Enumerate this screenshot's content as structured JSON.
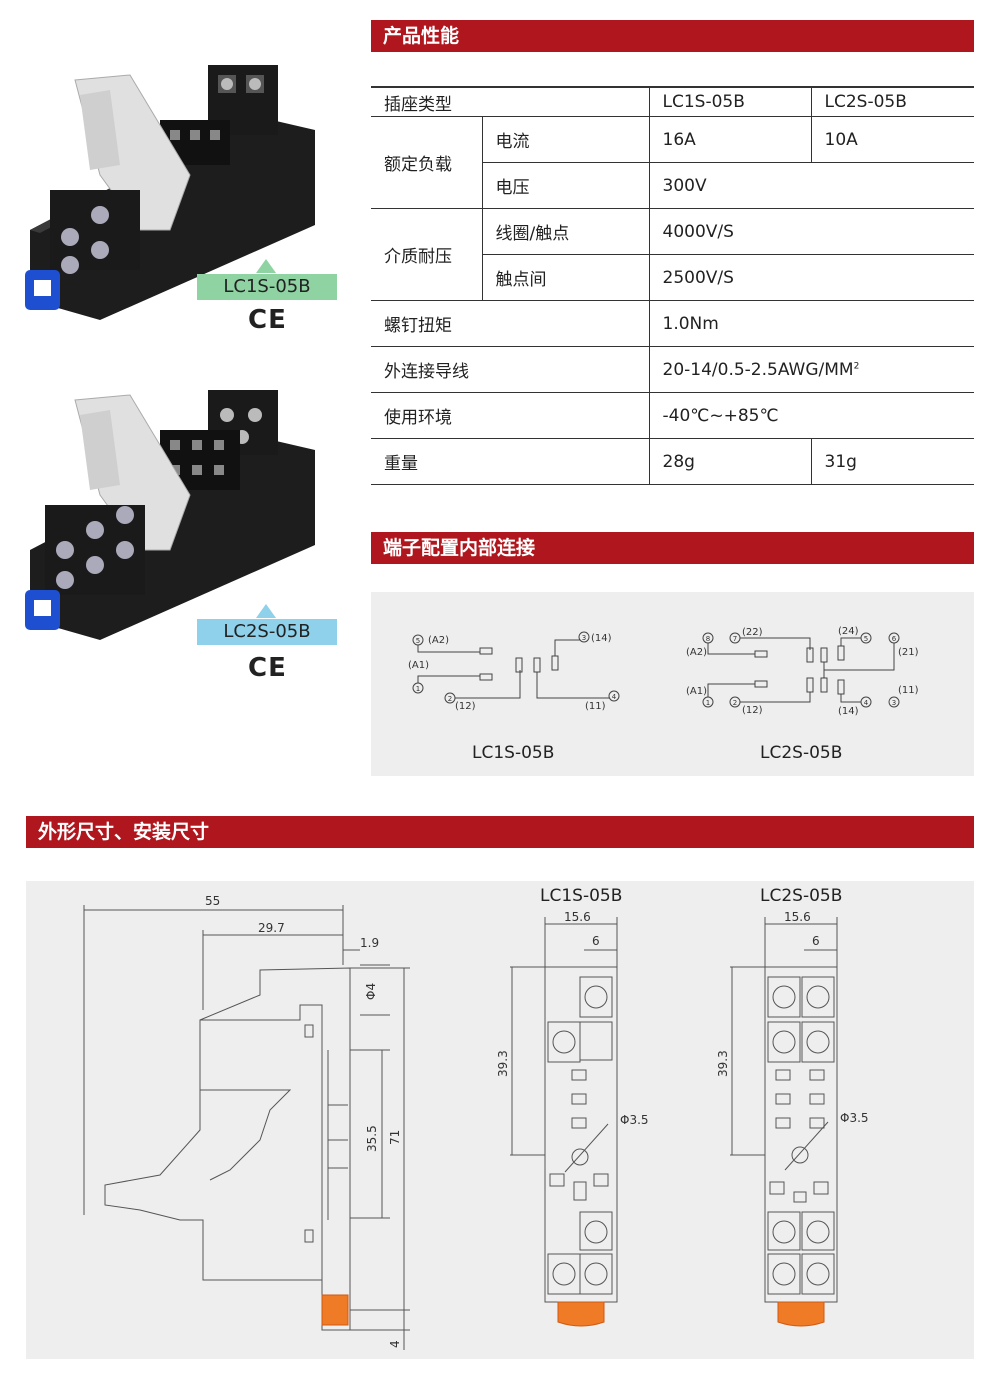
{
  "sections": {
    "performance": "产品性能",
    "wiring": "端子配置内部连接",
    "dimensions": "外形尺寸、安装尺寸"
  },
  "products": [
    {
      "label": "LC1S-05B",
      "color": "#8fd3a3",
      "cert": "CE"
    },
    {
      "label": "LC2S-05B",
      "color": "#8fd0ea",
      "cert": "CE"
    }
  ],
  "spec": {
    "header": [
      "插座类型",
      "LC1S-05B",
      "LC2S-05B"
    ],
    "rated_load": {
      "label": "额定负载",
      "current": {
        "label": "电流",
        "v1": "16A",
        "v2": "10A"
      },
      "voltage": {
        "label": "电压",
        "v": "300V"
      }
    },
    "dielectric": {
      "label": "介质耐压",
      "coil_contact": {
        "label": "线圈/触点",
        "v": "4000V/S"
      },
      "contact_contact": {
        "label": "触点间",
        "v": "2500V/S"
      }
    },
    "torque": {
      "label": "螺钉扭矩",
      "v": "1.0Nm"
    },
    "wire": {
      "label": "外连接导线",
      "v": "20-14/0.5-2.5AWG/MM",
      "sup": "2"
    },
    "env": {
      "label": "使用环境",
      "v": "-40℃~+85℃"
    },
    "weight": {
      "label": "重量",
      "v1": "28g",
      "v2": "31g"
    }
  },
  "wiring": {
    "lc1s": {
      "caption": "LC1S-05B",
      "pins": {
        "p5": "5",
        "p1": "1",
        "p2": "2",
        "p3": "3",
        "p4": "4"
      },
      "labels": {
        "a2": "(A2)",
        "a1": "(A1)",
        "t12": "(12)",
        "t14": "(14)",
        "t11": "(11)"
      }
    },
    "lc2s": {
      "caption": "LC2S-05B",
      "pins": {
        "p8": "8",
        "p7": "7",
        "p5": "5",
        "p6": "6",
        "p1": "1",
        "p2": "2",
        "p4": "4",
        "p3": "3"
      },
      "labels": {
        "a2": "(A2)",
        "a1": "(A1)",
        "t22": "(22)",
        "t24": "(24)",
        "t21": "(21)",
        "t12": "(12)",
        "t14": "(14)",
        "t11": "(11)"
      }
    }
  },
  "dims": {
    "side": {
      "w55": "55",
      "w297": "29.7",
      "w19": "1.9",
      "phi4": "Φ4",
      "h355": "35.5",
      "h71": "71",
      "h4": "4"
    },
    "lc1s": {
      "title": "LC1S-05B",
      "w": "15.6",
      "pitch": "6",
      "h": "39.3",
      "hole": "Φ3.5"
    },
    "lc2s": {
      "title": "LC2S-05B",
      "w": "15.6",
      "pitch": "6",
      "h": "39.3",
      "hole": "Φ3.5"
    }
  }
}
